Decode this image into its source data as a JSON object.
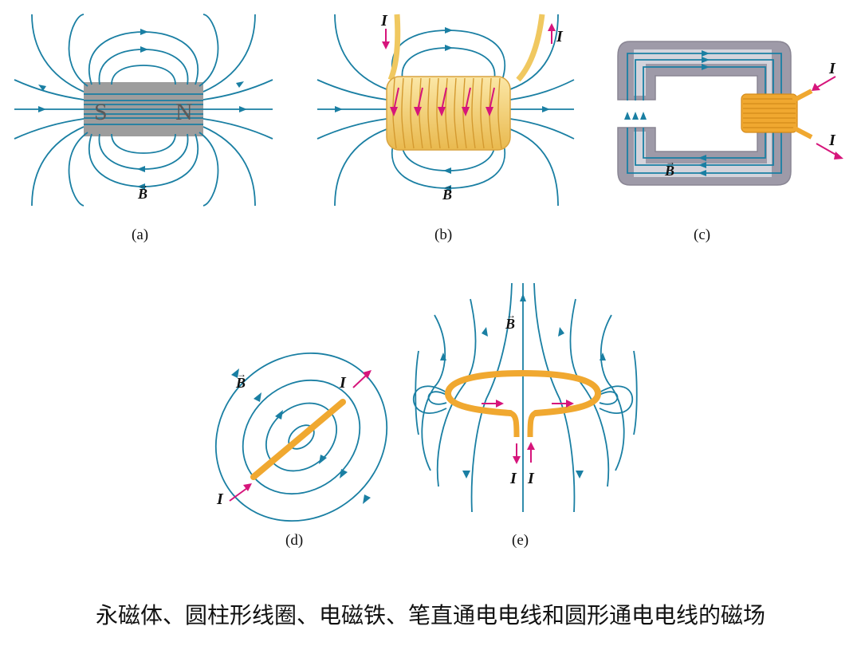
{
  "panels": [
    {
      "id": "a",
      "label": "(a)",
      "field_label": "B",
      "pole_s": "S",
      "pole_n": "N"
    },
    {
      "id": "b",
      "label": "(b)",
      "field_label": "B",
      "current_label": "I"
    },
    {
      "id": "c",
      "label": "(c)",
      "field_label": "B",
      "current_label": "I"
    },
    {
      "id": "d",
      "label": "(d)",
      "field_label": "B",
      "current_label": "I"
    },
    {
      "id": "e",
      "label": "(e)",
      "field_label": "B",
      "current_label": "I"
    }
  ],
  "caption": "永磁体、圆柱形线圈、电磁铁、笔直通电电线和圆形通电电线的磁场",
  "colors": {
    "field_line": "#1a7fa3",
    "current_arrow": "#d6157b",
    "wire": "#f0a830",
    "coil": "#f4d27a",
    "magnet": "#8c8c8c",
    "iron_core": "#9e9aa8"
  }
}
